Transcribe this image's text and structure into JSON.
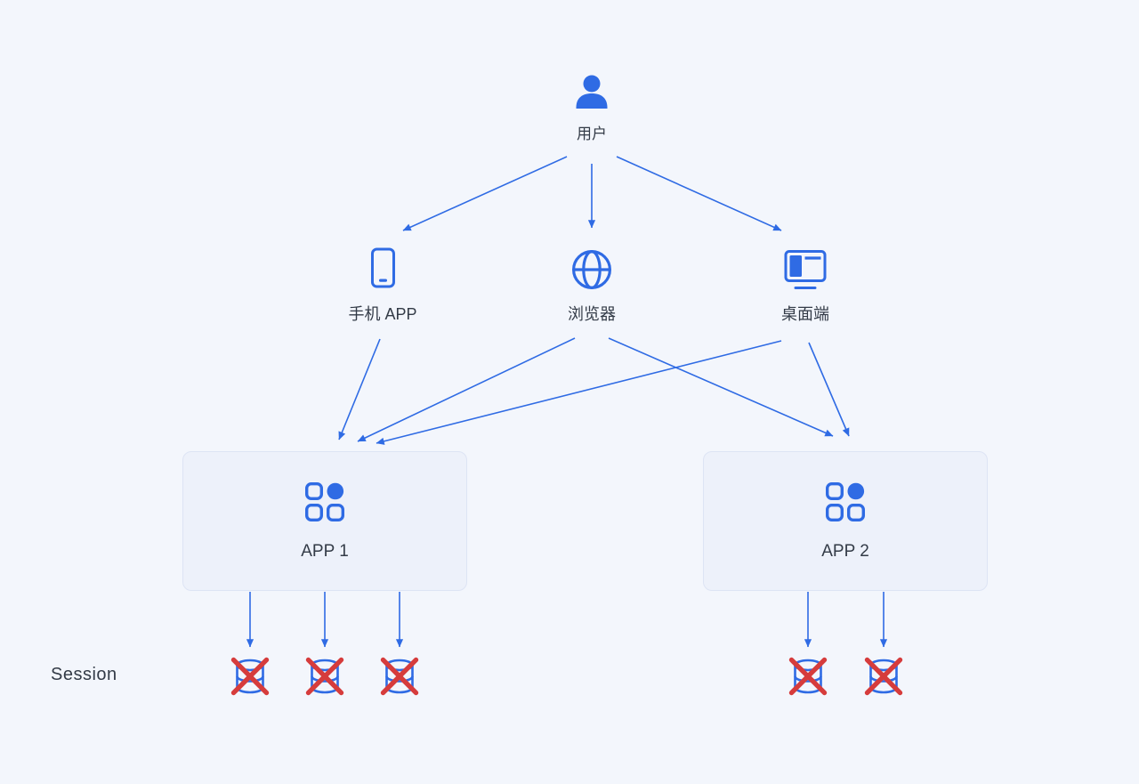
{
  "colors": {
    "background": "#F3F6FC",
    "accent": "#2F6BE4",
    "box_fill": "#EDF1FA",
    "box_border": "#DDE4F4",
    "error_red": "#D63C3C",
    "text": "#333B47"
  },
  "nodes": {
    "user": {
      "label": "用户",
      "icon": "user-icon"
    },
    "mobile": {
      "label": "手机 APP",
      "icon": "smartphone-icon"
    },
    "browser": {
      "label": "浏览器",
      "icon": "globe-icon"
    },
    "desktop": {
      "label": "桌面端",
      "icon": "desktop-icon"
    },
    "app1": {
      "label": "APP 1",
      "icon": "app-grid-icon"
    },
    "app2": {
      "label": "APP 2",
      "icon": "app-grid-icon"
    },
    "session": {
      "label": "Session",
      "icon": "database-crossed-icon"
    }
  },
  "sessions": {
    "app1_count": 3,
    "app2_count": 2
  },
  "edges": [
    {
      "from": "user",
      "to": "mobile"
    },
    {
      "from": "user",
      "to": "browser"
    },
    {
      "from": "user",
      "to": "desktop"
    },
    {
      "from": "mobile",
      "to": "app1"
    },
    {
      "from": "browser",
      "to": "app1"
    },
    {
      "from": "browser",
      "to": "app2"
    },
    {
      "from": "desktop",
      "to": "app1"
    },
    {
      "from": "desktop",
      "to": "app2"
    },
    {
      "from": "app1",
      "to": "sessions"
    },
    {
      "from": "app2",
      "to": "sessions"
    }
  ]
}
